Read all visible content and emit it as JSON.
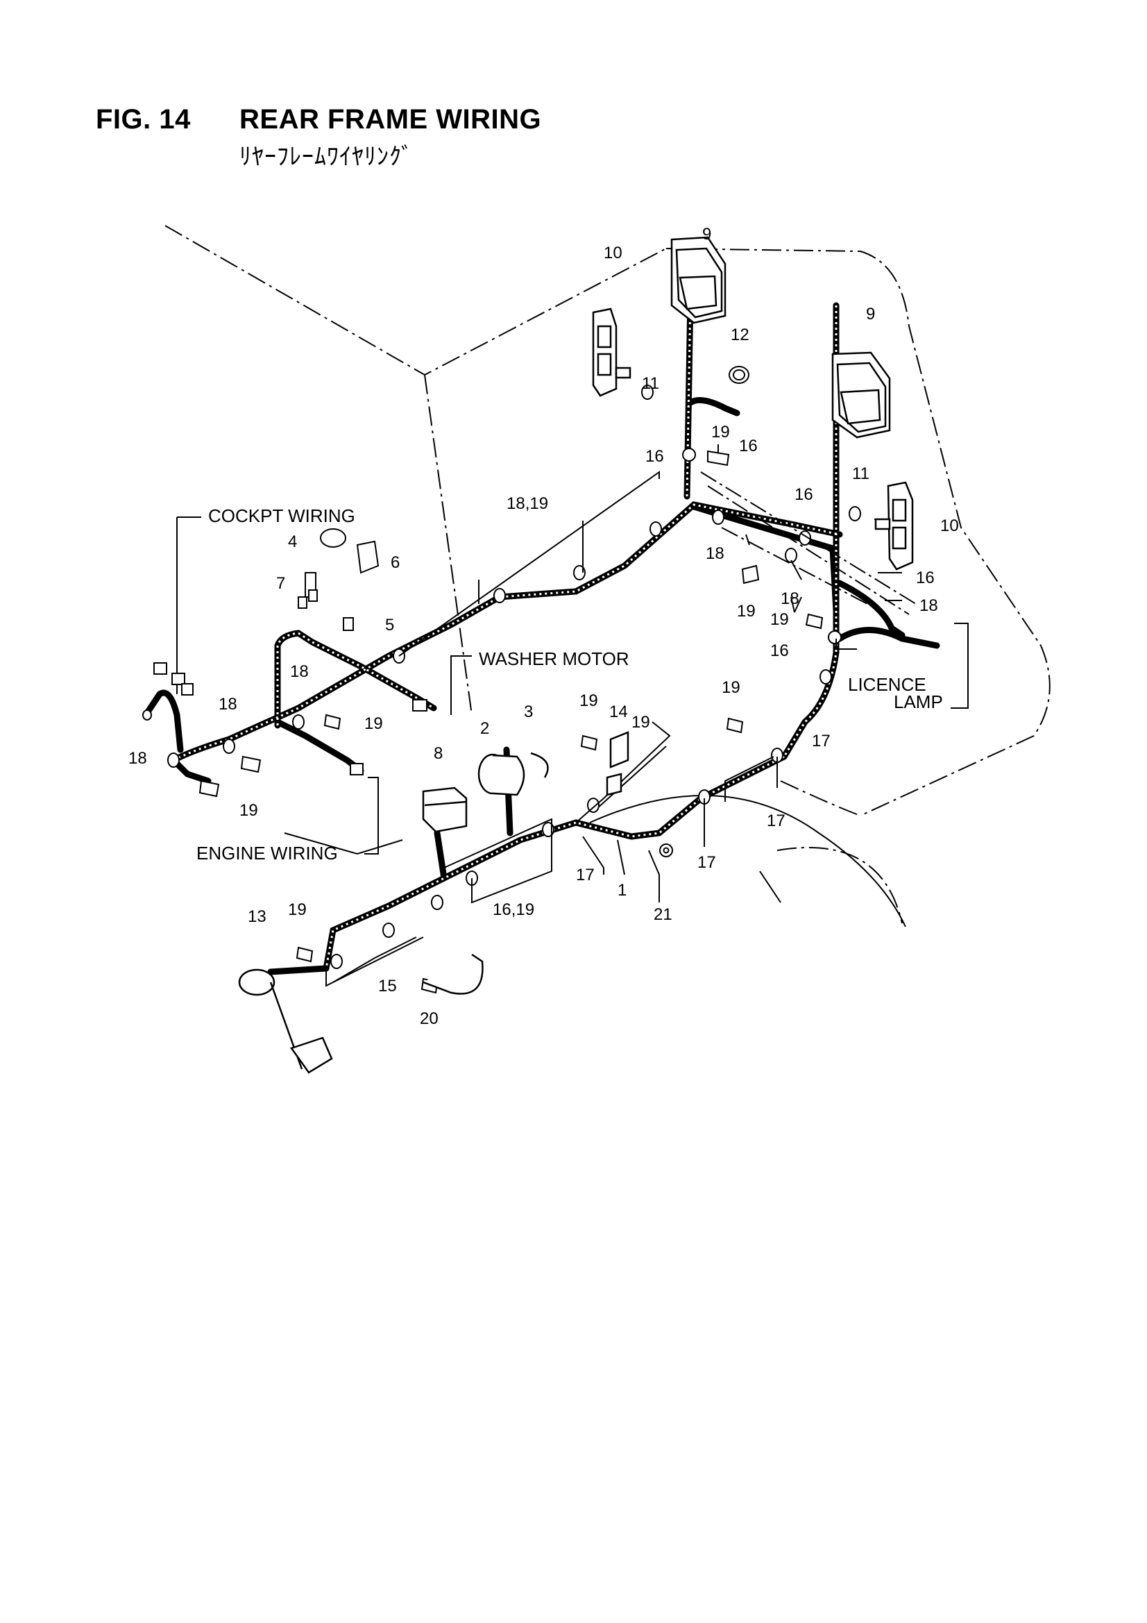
{
  "header": {
    "figure_number": "FIG. 14",
    "title": "REAR FRAME WIRING",
    "subtitle": "ﾘﾔｰﾌﾚｰﾑﾜｲﾔﾘﾝｸﾞ"
  },
  "group_labels": {
    "cockpit_wiring": "COCKPT WIRING",
    "washer_motor": "WASHER MOTOR",
    "engine_wiring": "ENGINE WIRING",
    "licence": "LICENCE",
    "lamp": "LAMP"
  },
  "callouts": {
    "c1": "1",
    "c2": "2",
    "c3": "3",
    "c4": "4",
    "c5": "5",
    "c6": "6",
    "c7": "7",
    "c8": "8",
    "c9a": "9",
    "c9b": "9",
    "c10a": "10",
    "c10b": "10",
    "c11a": "11",
    "c11b": "11",
    "c12": "12",
    "c13": "13",
    "c14": "14",
    "c15": "15",
    "c16a": "16",
    "c16b": "16",
    "c16c": "16",
    "c16d": "16",
    "c16e": "16",
    "c17a": "17",
    "c17b": "17",
    "c17c": "17",
    "c17d": "17",
    "c18a": "18",
    "c18b": "18",
    "c18c": "18",
    "c18d": "18",
    "c18e": "18",
    "c18f": "18",
    "c19a": "19",
    "c19b": "19",
    "c19c": "19",
    "c19d": "19",
    "c19e": "19",
    "c19f": "19",
    "c19g": "19",
    "c19h": "19",
    "c19i": "19",
    "c20": "20",
    "c21": "21",
    "c1819": "18,19",
    "c1619": "16,19"
  }
}
